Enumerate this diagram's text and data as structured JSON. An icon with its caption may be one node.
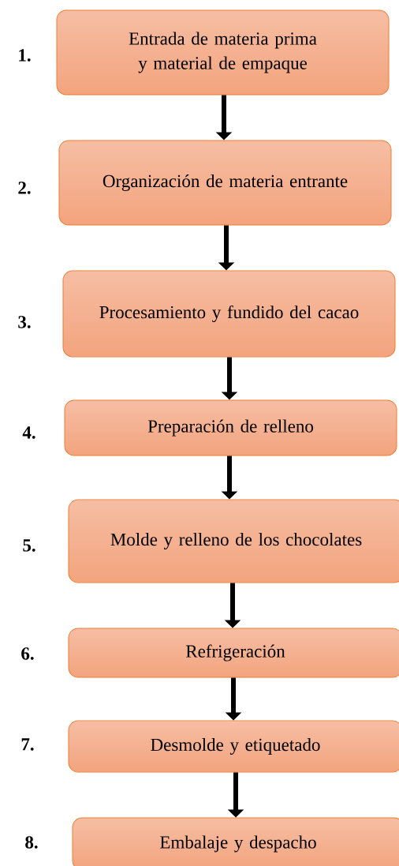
{
  "diagram": {
    "nodes": [
      {
        "text": [
          "Entrada de materia prima y material de empaque"
        ],
        "beside": [
          "1."
        ]
      },
      {
        "text": [
          "Organización de materia entrante"
        ],
        "beside": [
          "2."
        ]
      },
      {
        "text": [
          "Procesamiento y fundido del cacao"
        ],
        "beside": [
          "3."
        ]
      },
      {
        "text": [
          "Preparación de relleno"
        ],
        "beside": [
          "4."
        ]
      },
      {
        "text": [
          "Molde y relleno de los chocolates"
        ],
        "beside": [
          "5."
        ]
      },
      {
        "text": [
          "Refrigeración"
        ],
        "beside": [
          "6."
        ]
      },
      {
        "text": [
          "Desmolde y etiquetado"
        ],
        "beside": [
          "7."
        ]
      },
      {
        "text": [
          "Embalaje y despacho"
        ],
        "beside": [
          "8."
        ]
      }
    ],
    "edges": [
      {
        "from": 0,
        "to": 1,
        "arrow": "to"
      },
      {
        "from": 1,
        "to": 2,
        "arrow": "to"
      },
      {
        "from": 2,
        "to": 3,
        "arrow": "to"
      },
      {
        "from": 3,
        "to": 4,
        "arrow": "to"
      },
      {
        "from": 4,
        "to": 5,
        "arrow": "to"
      },
      {
        "from": 5,
        "to": 6,
        "arrow": "to"
      },
      {
        "from": 6,
        "to": 7,
        "arrow": "to"
      }
    ]
  }
}
